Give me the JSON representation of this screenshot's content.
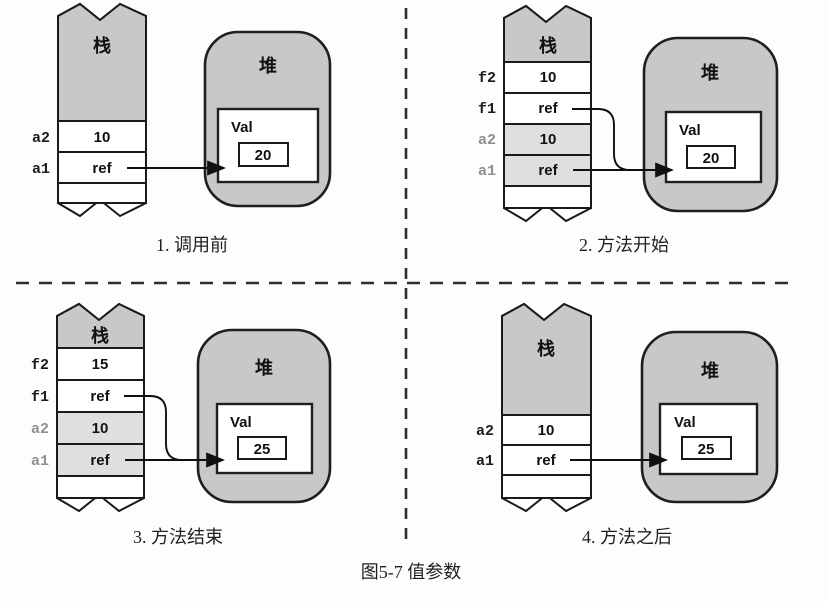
{
  "figure": {
    "caption": "图5-7  值参数"
  },
  "colors": {
    "shade_gray": "#c8c8c8",
    "muted_row_gray": "#dfdfdf",
    "muted_label_gray": "#8f8f8f",
    "line_black": "#1a1a1a",
    "background": "#fdfdfc"
  },
  "panels": [
    {
      "caption": "1. 调用前",
      "stack": {
        "title": "栈",
        "rows": [
          {
            "label": "a2",
            "value": "10",
            "muted": false
          },
          {
            "label": "a1",
            "value": "ref",
            "muted": false
          }
        ]
      },
      "heap": {
        "title": "堆",
        "object_name": "Val",
        "object_value": "20"
      }
    },
    {
      "caption": "2. 方法开始",
      "stack": {
        "title": "栈",
        "rows": [
          {
            "label": "f2",
            "value": "10",
            "muted": false
          },
          {
            "label": "f1",
            "value": "ref",
            "muted": false
          },
          {
            "label": "a2",
            "value": "10",
            "muted": true
          },
          {
            "label": "a1",
            "value": "ref",
            "muted": true
          }
        ]
      },
      "heap": {
        "title": "堆",
        "object_name": "Val",
        "object_value": "20"
      }
    },
    {
      "caption": "3. 方法结束",
      "stack": {
        "title": "栈",
        "rows": [
          {
            "label": "f2",
            "value": "15",
            "muted": false
          },
          {
            "label": "f1",
            "value": "ref",
            "muted": false
          },
          {
            "label": "a2",
            "value": "10",
            "muted": true
          },
          {
            "label": "a1",
            "value": "ref",
            "muted": true
          }
        ]
      },
      "heap": {
        "title": "堆",
        "object_name": "Val",
        "object_value": "25"
      }
    },
    {
      "caption": "4. 方法之后",
      "stack": {
        "title": "栈",
        "rows": [
          {
            "label": "a2",
            "value": "10",
            "muted": false
          },
          {
            "label": "a1",
            "value": "ref",
            "muted": false
          }
        ]
      },
      "heap": {
        "title": "堆",
        "object_name": "Val",
        "object_value": "25"
      }
    }
  ]
}
